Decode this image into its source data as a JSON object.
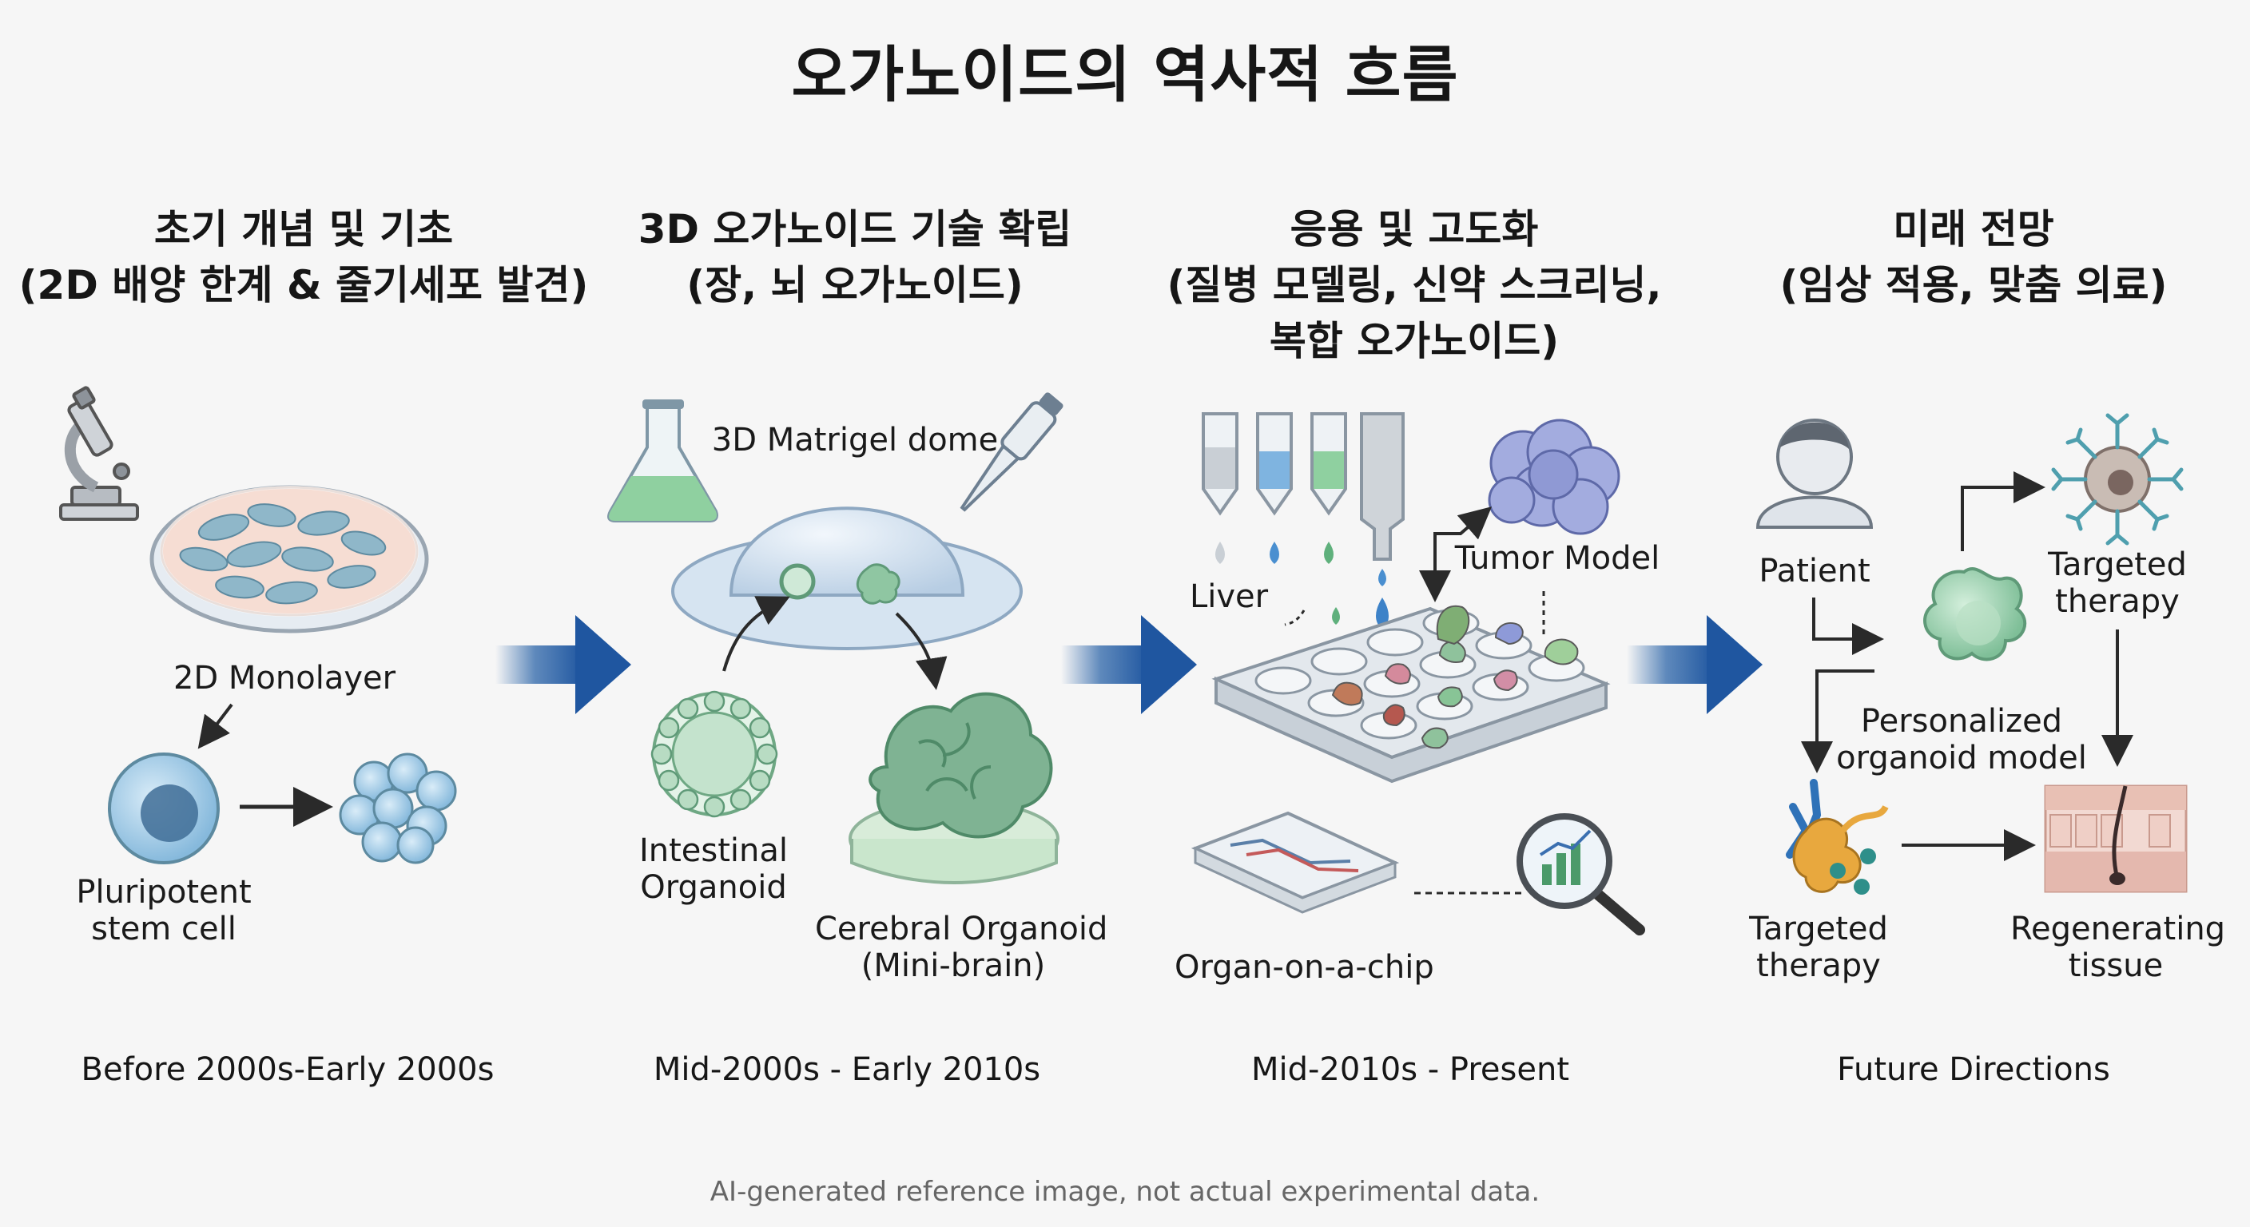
{
  "title": "오가노이드의 역사적 흐름",
  "stages": [
    {
      "heading_lines": [
        "초기 개념 및 기초",
        "(2D 배양 한계 & 줄기세포 발견)"
      ],
      "labels": {
        "monolayer": "2D Monolayer",
        "stem_cell": [
          "Pluripotent",
          "stem cell"
        ]
      },
      "era": "Before 2000s-Early 2000s"
    },
    {
      "heading_lines": [
        "3D 오가노이드 기술 확립",
        "(장, 뇌 오가노이드)"
      ],
      "labels": {
        "dome": "3D Matrigel dome",
        "intestinal": [
          "Intestinal",
          "Organoid"
        ],
        "cerebral": [
          "Cerebral Organoid",
          "(Mini-brain)"
        ]
      },
      "era": "Mid-2000s - Early 2010s"
    },
    {
      "heading_lines": [
        "응용 및 고도화",
        "(질병 모델링, 신약 스크리닝,",
        "복합 오가노이드)"
      ],
      "labels": {
        "liver": "Liver",
        "tumor": "Tumor Model",
        "chip": "Organ-on-a-chip"
      },
      "era": "Mid-2010s - Present"
    },
    {
      "heading_lines": [
        "미래 전망",
        "(임상 적용, 맞춤 의료)"
      ],
      "labels": {
        "patient": "Patient",
        "targeted_top": [
          "Targeted",
          "therapy"
        ],
        "personalized": [
          "Personalized",
          "organoid model"
        ],
        "targeted_bottom": [
          "Targeted",
          "therapy"
        ],
        "regenerating": [
          "Regenerating",
          "tissue"
        ]
      },
      "era": "Future Directions"
    }
  ],
  "footnote": "AI-generated reference image, not actual experimental data.",
  "colors": {
    "arrow_blue": "#2b64a8",
    "cell_blue": "#a9cfe8",
    "organoid_green": "#a8d4b8",
    "tumor_purple": "#9aa3d6"
  }
}
